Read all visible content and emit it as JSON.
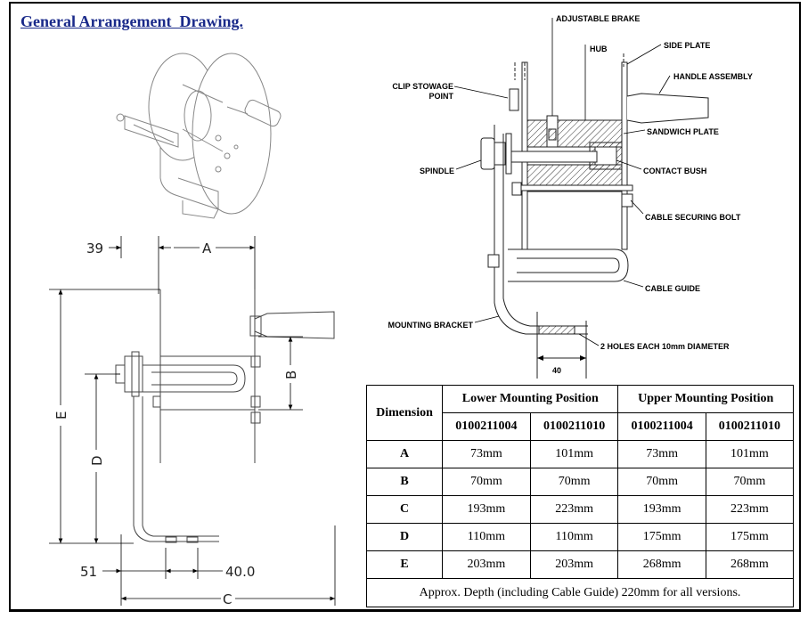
{
  "title": "General Arrangement  Drawing.",
  "detail_labels": {
    "adjustable_brake": "ADJUSTABLE BRAKE",
    "hub": "HUB",
    "side_plate": "SIDE PLATE",
    "handle_assembly": "HANDLE ASSEMBLY",
    "clip_stowage_point_line1": "CLIP STOWAGE",
    "clip_stowage_point_line2": "POINT",
    "sandwich_plate": "SANDWICH PLATE",
    "spindle": "SPINDLE",
    "contact_bush": "CONTACT BUSH",
    "cable_securing_bolt": "CABLE SECURING BOLT",
    "cable_guide": "CABLE GUIDE",
    "mounting_bracket": "MOUNTING BRACKET",
    "holes": "2 HOLES EACH 10mm DIAMETER",
    "bracket_dim": "40"
  },
  "dimensions_drawing": {
    "d39": "39",
    "a": "A",
    "b": "B",
    "e": "E",
    "d": "D",
    "d51": "51",
    "d40": "40.0",
    "c": "C"
  },
  "table": {
    "header_dimension": "Dimension",
    "header_lower": "Lower Mounting Position",
    "header_upper": "Upper Mounting Position",
    "part_numbers": [
      "0100211004",
      "0100211010",
      "0100211004",
      "0100211010"
    ],
    "rows": [
      {
        "dim": "A",
        "values": [
          "73mm",
          "101mm",
          "73mm",
          "101mm"
        ]
      },
      {
        "dim": "B",
        "values": [
          "70mm",
          "70mm",
          "70mm",
          "70mm"
        ]
      },
      {
        "dim": "C",
        "values": [
          "193mm",
          "223mm",
          "193mm",
          "223mm"
        ]
      },
      {
        "dim": "D",
        "values": [
          "110mm",
          "110mm",
          "175mm",
          "175mm"
        ]
      },
      {
        "dim": "E",
        "values": [
          "203mm",
          "203mm",
          "268mm",
          "268mm"
        ]
      }
    ],
    "note": "Approx. Depth (including Cable Guide)  220mm for all versions."
  }
}
